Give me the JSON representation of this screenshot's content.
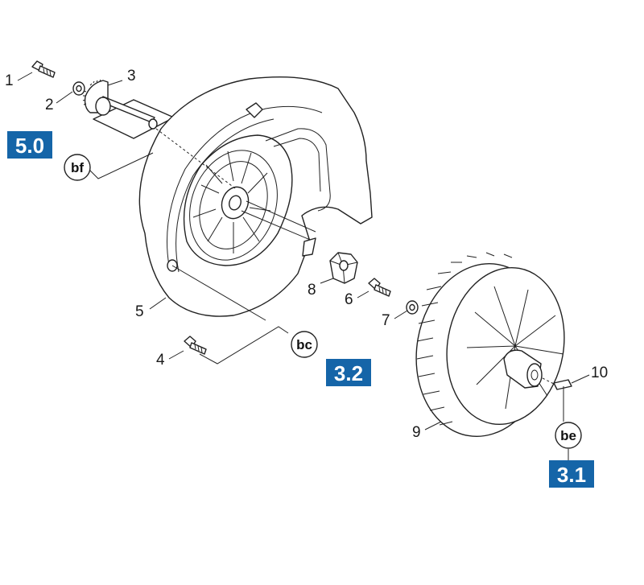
{
  "parts": [
    {
      "id": "1",
      "label": "1"
    },
    {
      "id": "2",
      "label": "2"
    },
    {
      "id": "3",
      "label": "3"
    },
    {
      "id": "4",
      "label": "4"
    },
    {
      "id": "5",
      "label": "5"
    },
    {
      "id": "6",
      "label": "6"
    },
    {
      "id": "7",
      "label": "7"
    },
    {
      "id": "8",
      "label": "8"
    },
    {
      "id": "9",
      "label": "9"
    },
    {
      "id": "10",
      "label": "10"
    }
  ],
  "refs": {
    "bf": "bf",
    "bc": "bc",
    "be": "be"
  },
  "badges": {
    "b50": "5.0",
    "b32": "3.2",
    "b31": "3.1"
  },
  "colors": {
    "badge": "#1565a8",
    "line": "#222222",
    "background": "#ffffff"
  }
}
